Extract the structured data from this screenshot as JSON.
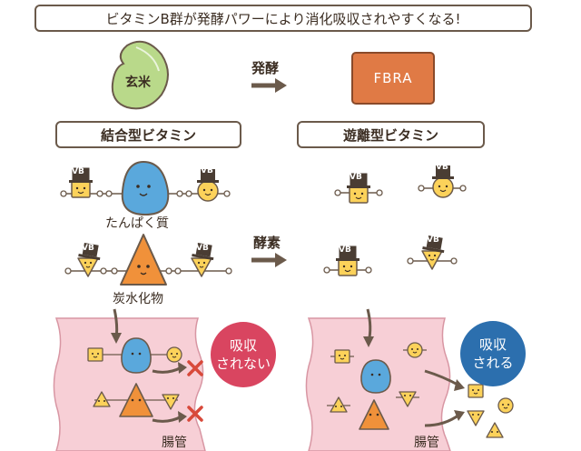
{
  "title": "ビタミンB群が発酵パワーにより消化吸収されやすくなる!",
  "genmai_label": "玄米",
  "fermentation_label": "発酵",
  "fbra_label": "FBRA",
  "bound_vitamin_label": "結合型ビタミン",
  "free_vitamin_label": "遊離型ビタミン",
  "protein_label": "たんぱく質",
  "carbohydrate_label": "炭水化物",
  "enzyme_label": "酵素",
  "vb_tag": "VB",
  "intestine_label_left": "腸管",
  "intestine_label_right": "腸管",
  "not_absorbed_label": "吸収\nされない",
  "absorbed_label": "吸収\nされる",
  "colors": {
    "fbra": "#e07a45",
    "rice": "#b9d98a",
    "protein": "#5aa8dc",
    "carb": "#f0913a",
    "vitamin": "#fcd25a",
    "intestine": "#f7cfd6",
    "not_absorbed": "#d94560",
    "absorbed": "#2c6fae",
    "cross": "#d8493a"
  }
}
